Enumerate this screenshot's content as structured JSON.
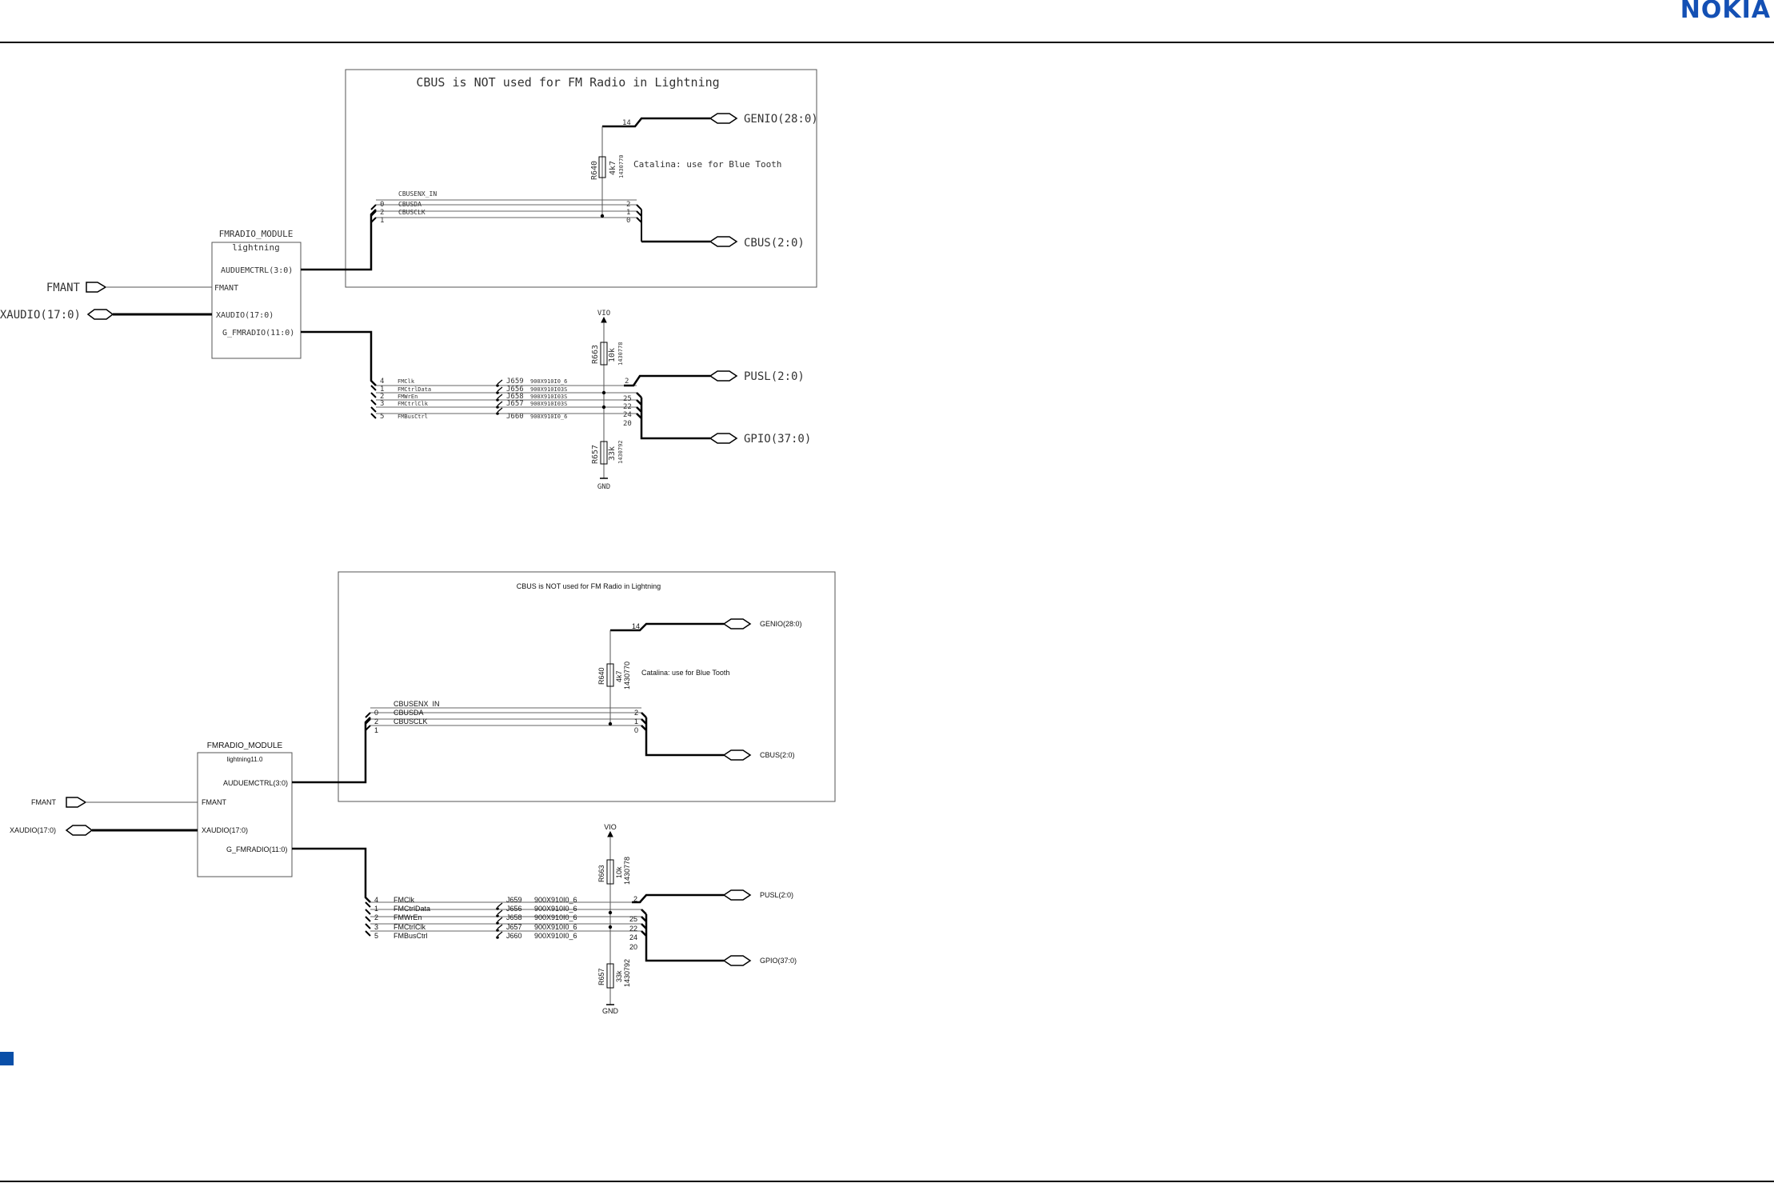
{
  "header": {
    "logo_text": "NOKIA",
    "logo_color": "#1450b4",
    "marker_color": "#0a4fa8"
  },
  "notice": "CBUS is NOT used for FM Radio in Lightning",
  "module": {
    "name": "FMRADIO_MODULE",
    "lib_top": "lightning",
    "lib_bottom": "lightning11.0"
  },
  "pins": {
    "audctrl": "AUDUEMCTRL(3:0)",
    "fmant": "FMANT",
    "xaudio": "XAUDIO(17:0)",
    "gfm": "G_FMRADIO(11:0)"
  },
  "ports": {
    "fmant": "FMANT",
    "xaudio": "XAUDIO(17:0)",
    "genio": "GENIO(28:0)",
    "cbus": "CBUS(2:0)",
    "pusl": "PUSL(2:0)",
    "gpio": "GPIO(37:0)"
  },
  "power": {
    "vio": "VIO",
    "gnd": "GND"
  },
  "note_bt": "Catalina: use for Blue Tooth",
  "resistors": {
    "r640": {
      "ref": "R640",
      "value": "4k7",
      "part": "1430770"
    },
    "r663": {
      "ref": "R663",
      "value": "10k",
      "part": "1430778"
    },
    "r657": {
      "ref": "R657",
      "value": "33k",
      "part": "1430792"
    }
  },
  "cbus_nets": [
    {
      "bus": "0",
      "name": "CBUSDA",
      "pin": "2"
    },
    {
      "bus": "2",
      "name": "CBUSCLK",
      "pin": "1"
    },
    {
      "bus": "1",
      "name": "",
      "pin": "0"
    }
  ],
  "cbus_enx": "CBUSENX_IN",
  "cbus_enx_top": "CBUSENX_IN",
  "genio_pin": "14",
  "pusl_pin": "2",
  "fm_nets_top": [
    {
      "idx": "4",
      "name": "FMClk",
      "ref": "J659",
      "part": "900X910I0_6",
      "pin": ""
    },
    {
      "idx": "1",
      "name": "FMCtrlData",
      "ref": "J656",
      "part": "900X910I03S",
      "pin": "25"
    },
    {
      "idx": "2",
      "name": "FMWrEn",
      "ref": "J658",
      "part": "900X910I03S",
      "pin": "22"
    },
    {
      "idx": "3",
      "name": "FMCtrlClk",
      "ref": "J657",
      "part": "900X910I03S",
      "pin": "24"
    },
    {
      "idx": "5",
      "name": "FMBusCtrl",
      "ref": "J660",
      "part": "900X910I0_6",
      "pin": "20"
    }
  ],
  "fm_nets_bottom": [
    {
      "idx": "4",
      "name": "FMClk",
      "ref": "J659",
      "part": "900X910I0_6",
      "pin": ""
    },
    {
      "idx": "1",
      "name": "FMCtrlData",
      "ref": "J656",
      "part": "900X910I0_6",
      "pin": "25"
    },
    {
      "idx": "2",
      "name": "FMWrEn",
      "ref": "J658",
      "part": "900X910I0_6",
      "pin": "22"
    },
    {
      "idx": "3",
      "name": "FMCtrlClk",
      "ref": "J657",
      "part": "900X910I0_6",
      "pin": "24"
    },
    {
      "idx": "5",
      "name": "FMBusCtrl",
      "ref": "J660",
      "part": "900X910I0_6",
      "pin": "20"
    }
  ]
}
